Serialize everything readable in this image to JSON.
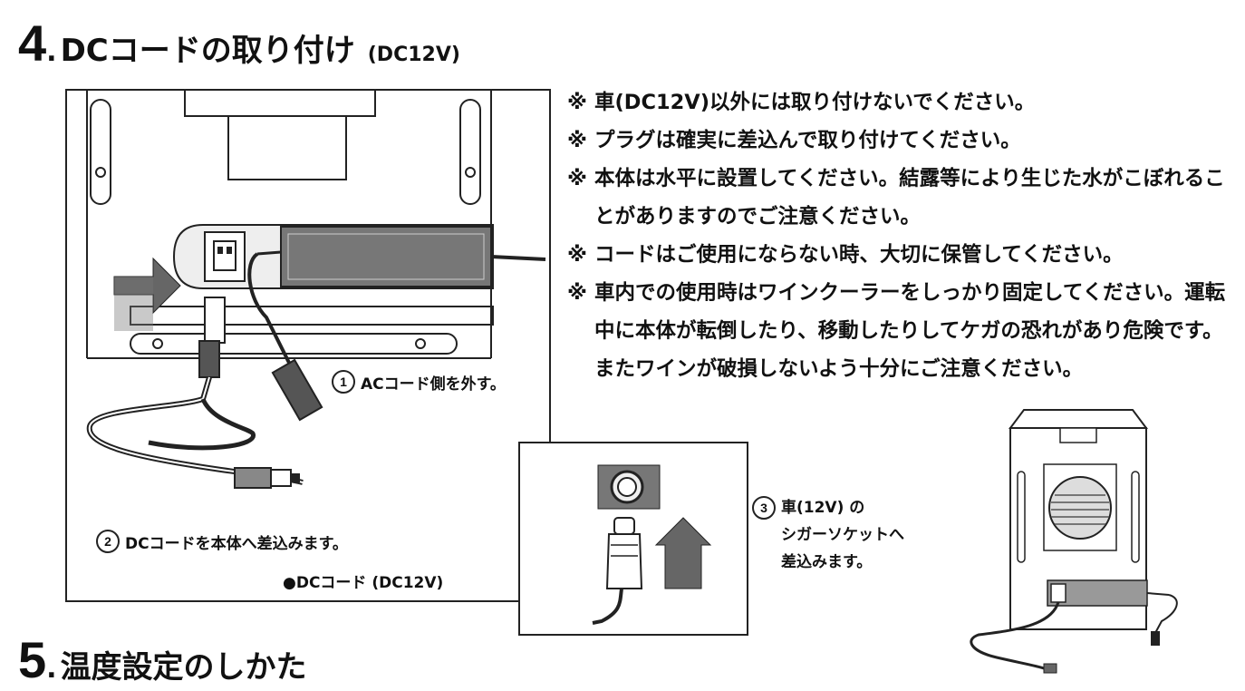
{
  "section4": {
    "number": "4",
    "dot": ".",
    "title": "DCコードの取り付け",
    "subtitle": "(DC12V)"
  },
  "notes": [
    {
      "mark": "※",
      "text": "車(DC12V)以外には取り付けないでください。"
    },
    {
      "mark": "※",
      "text": "プラグは確実に差込んで取り付けてください。"
    },
    {
      "mark": "※",
      "text": "本体は水平に設置してください。結露等により生じた水がこぼれることがありますのでご注意ください。"
    },
    {
      "mark": "※",
      "text": "コードはご使用にならない時、大切に保管してください。"
    },
    {
      "mark": "※",
      "text": "車内での使用時はワインクーラーをしっかり固定してください。運転中に本体が転倒したり、移動したりしてケガの恐れがあり危険です。またワインが破損しないよう十分にご注意ください。"
    }
  ],
  "steps": {
    "step1": {
      "num": "1",
      "text": "ACコード側を外す。"
    },
    "step2": {
      "num": "2",
      "text": "DCコードを本体へ差込みます。"
    },
    "step3": {
      "num": "3",
      "line1": "車(12V) の",
      "line2": "シガーソケットへ",
      "line3": "差込みます。"
    }
  },
  "cord_label": "●DCコード (DC12V)",
  "section5": {
    "number": "5",
    "dot": ".",
    "title": "温度設定のしかた"
  },
  "icons": [
    "unit-back-illustration",
    "dc-plug-illustration",
    "up-arrow-icon",
    "right-arrow-icon",
    "cigar-socket-icon",
    "wine-cooler-illustration"
  ]
}
